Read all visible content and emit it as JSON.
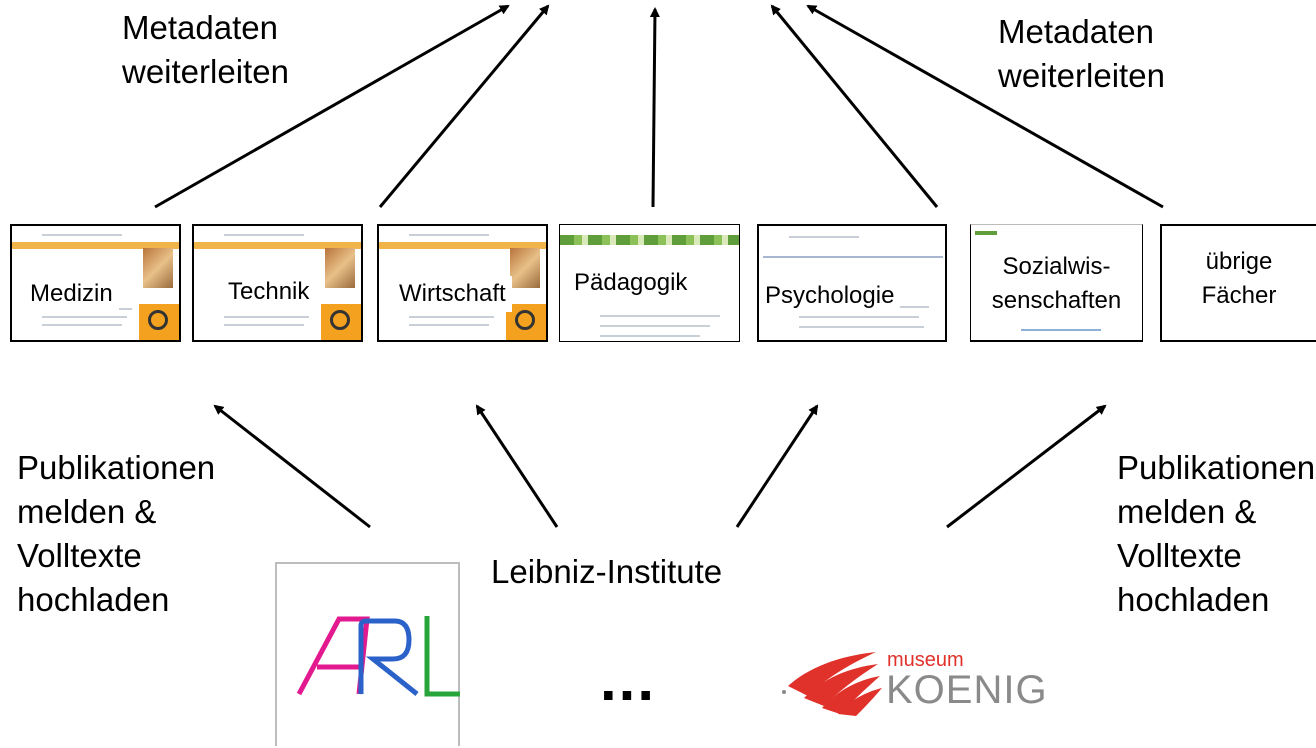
{
  "top_labels": {
    "left_line1": "Metadaten",
    "left_line2": "weiterleiten",
    "right_line1": "Metadaten",
    "right_line2": "weiterleiten"
  },
  "portals": [
    {
      "label": "Medizin"
    },
    {
      "label": "Technik"
    },
    {
      "label": "Wirtschaft"
    },
    {
      "label": "Pädagogik"
    },
    {
      "label": "Psychologie"
    },
    {
      "label_line1": "Sozialwis-",
      "label_line2": "senschaften"
    },
    {
      "label_line1": "übrige",
      "label_line2": "Fächer"
    }
  ],
  "bottom_left": {
    "line1": "Publikationen",
    "line2": "melden &",
    "line3": "Volltexte",
    "line4": "hochladen"
  },
  "bottom_right": {
    "line1": "Publikationen",
    "line2": "melden  &",
    "line3": "Volltexte",
    "line4": "hochladen"
  },
  "center_label": "Leibniz-Institute",
  "ellipsis": "...",
  "logos": {
    "arl_text": "ARL",
    "museum_small": "museum",
    "museum_big": "KOENIG"
  },
  "colors": {
    "arl_pink": "#e2198f",
    "arl_blue": "#2a62c9",
    "arl_green": "#27a53a",
    "museum_red": "#e0312b",
    "museum_gray": "#8a8a8a"
  }
}
